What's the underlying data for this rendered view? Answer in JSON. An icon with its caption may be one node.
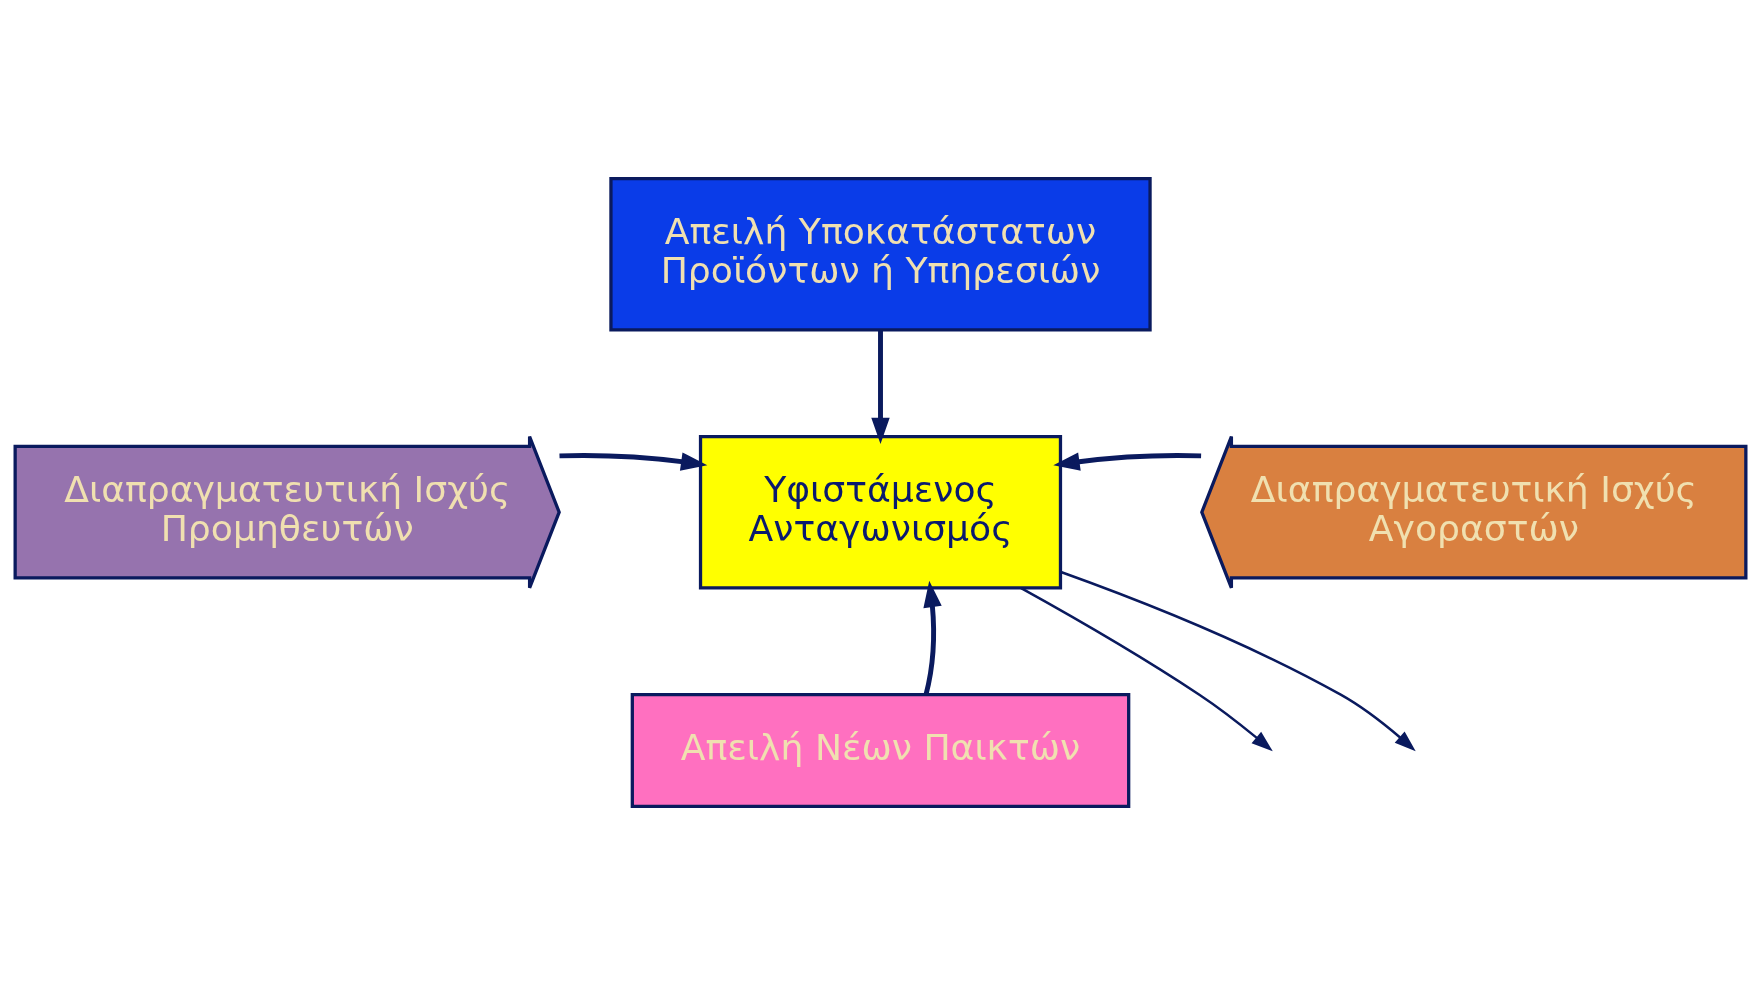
{
  "diagram": {
    "nodes": [
      {
        "text": [
          "Απειλή Υποκατάστατων Προϊόντων ή Υπηρεσιών"
        ]
      },
      {
        "text": [
          "Διαπραγματευτική Ισχύς Προμηθευτών"
        ]
      },
      {
        "text": [
          "Υφιστάμενος Ανταγωνισμός"
        ]
      },
      {
        "text": [
          "Διαπραγματευτική Ισχύς Αγοραστών"
        ]
      },
      {
        "text": [
          "Απειλή Νέων Παικτών"
        ]
      }
    ],
    "edges": [
      {
        "from": 0,
        "to": 2,
        "arrow": "to"
      },
      {
        "from": 1,
        "to": 2,
        "arrow": "to"
      },
      {
        "from": 3,
        "to": 2,
        "arrow": "to"
      },
      {
        "from": 4,
        "to": 2,
        "arrow": "to"
      },
      {
        "from": 2,
        "to": null,
        "arrow": "to"
      },
      {
        "from": 2,
        "to": null,
        "arrow": "to"
      }
    ]
  }
}
